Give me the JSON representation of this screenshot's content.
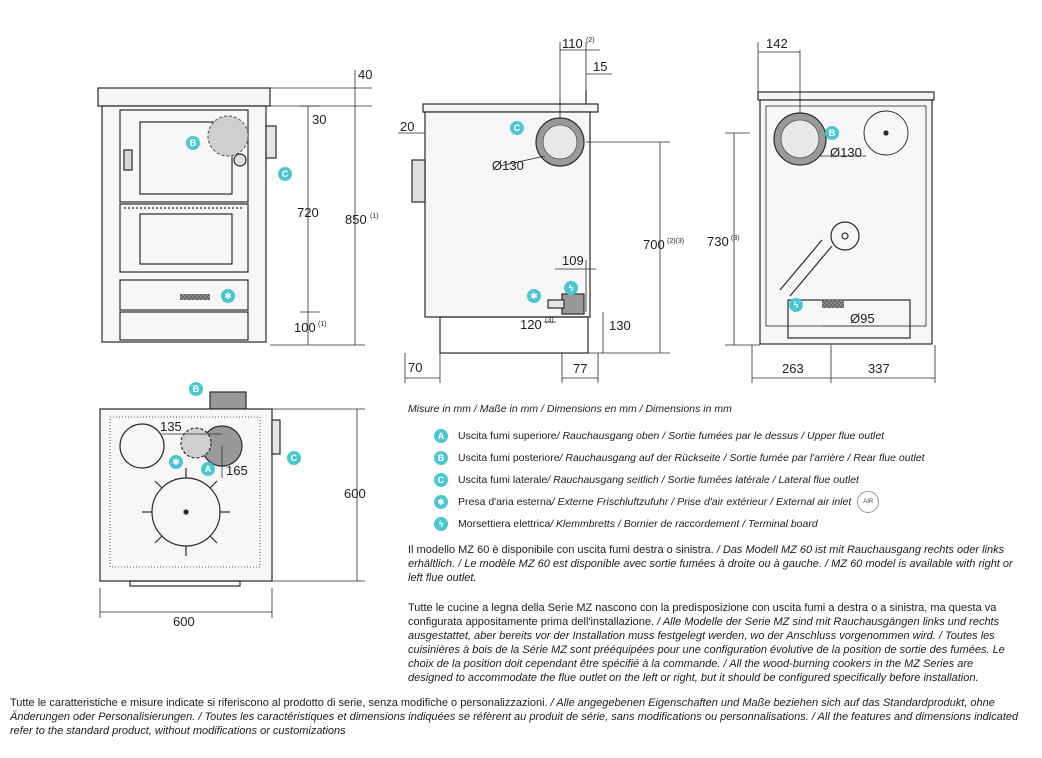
{
  "dimensions": {
    "front": {
      "d40": "40",
      "d30": "30",
      "d720": "720",
      "d850": "850",
      "d850_sup": "(1)",
      "d100": "100",
      "d100_sup": "(1)"
    },
    "side": {
      "d110": "110",
      "d110_sup": "(2)",
      "d15": "15",
      "d20": "20",
      "d130_dia": "Ø130",
      "d700": "700",
      "d700_sup": "(2)(3)",
      "d109": "109",
      "d120": "120",
      "d120_sup": "(3)",
      "d130": "130",
      "d70": "70",
      "d77": "77"
    },
    "rear": {
      "d142": "142",
      "d130_dia": "Ø130",
      "d730": "730",
      "d730_sup": "(3)",
      "d95_dia": "Ø95",
      "d263": "263",
      "d337": "337"
    },
    "top": {
      "d135": "135",
      "d165": "165",
      "d600_h": "600",
      "d600_w": "600"
    }
  },
  "badges": {
    "a": "A",
    "b": "B",
    "c": "C"
  },
  "legend": {
    "title": {
      "it": "Misure in mm",
      "rest": " / Maße in mm / Dimensions en mm / Dimensions in mm"
    },
    "items": [
      {
        "icon": "A",
        "it": "Uscita fumi superiore",
        "rest": " / Rauchausgang oben  / Sortie fumées par le dessus / Upper flue outlet"
      },
      {
        "icon": "B",
        "it": "Uscita fumi posteriore",
        "rest": " / Rauchausgang auf der Rückseite / Sortie fumée par l'arrière / Rear flue outlet"
      },
      {
        "icon": "C",
        "it": "Uscita fumi laterale",
        "rest": " / Rauchausgang seitlich  / Sortie fumées latérale / Lateral flue outlet"
      },
      {
        "icon": "✱",
        "it": "Presa d'aria esterna",
        "rest": " / Externe Frischluftzufuhr / Prise d'air extérieur / External air inlet"
      },
      {
        "icon": "ϟ",
        "it": "Morsettiera elettrica",
        "rest": " / Klemmbretts / Bornier de raccordement / Terminal board"
      }
    ],
    "air_label": "AIR"
  },
  "notes": {
    "mz60": {
      "it": "Il modello MZ 60 è disponibile con uscita fumi destra o sinistra.",
      "rest": " / Das Modell MZ 60 ist mit Rauchausgang rechts oder links erhältlich. / Le modèle MZ 60 est disponible avec sortie fumées à droite ou à gauche. / MZ 60 model is available with right or left flue outlet."
    },
    "series": {
      "it": "Tutte le cucine a legna della Serie MZ nascono con la predisposizione con uscita fumi a destra o a sinistra, ma questa va configurata appositamente prima dell'installazione.",
      "rest": " / Alle Modelle der Serie MZ sind mit Rauchausgängen links und rechts ausgestattet, aber bereits vor der Installation muss festgelegt werden, wo der Anschluss vorgenommen wird. / Toutes les cuisinières à bois de la Série MZ sont prééquipées pour une configuration évolutive de la position de sortie des fumées. Le choix de la position doit cependant être spécifié à la commande. / All the wood-burning cookers in the MZ Series are designed to accommodate the flue outlet on the left or right, but it should be configured specifically before installation."
    },
    "footer": {
      "it": "Tutte le caratteristiche e misure indicate si riferiscono al prodotto di serie, senza modifiche o personalizzazioni.",
      "rest": " / Alle angegebenen Eigenschaften und Maße beziehen sich auf das Standardprodukt, ohne Änderungen oder Personalisierungen. / Toutes les caractéristiques et dimensions indiquées se réfèrent au produit de série, sans modifications ou personnalisations. / All the features and dimensions indicated refer to the standard product, without modifications or customizations"
    }
  },
  "colors": {
    "accent": "#4cc6cf",
    "line": "#2a2a2a",
    "panel": "#f2f2f2",
    "flue": "#9a9a9a"
  }
}
